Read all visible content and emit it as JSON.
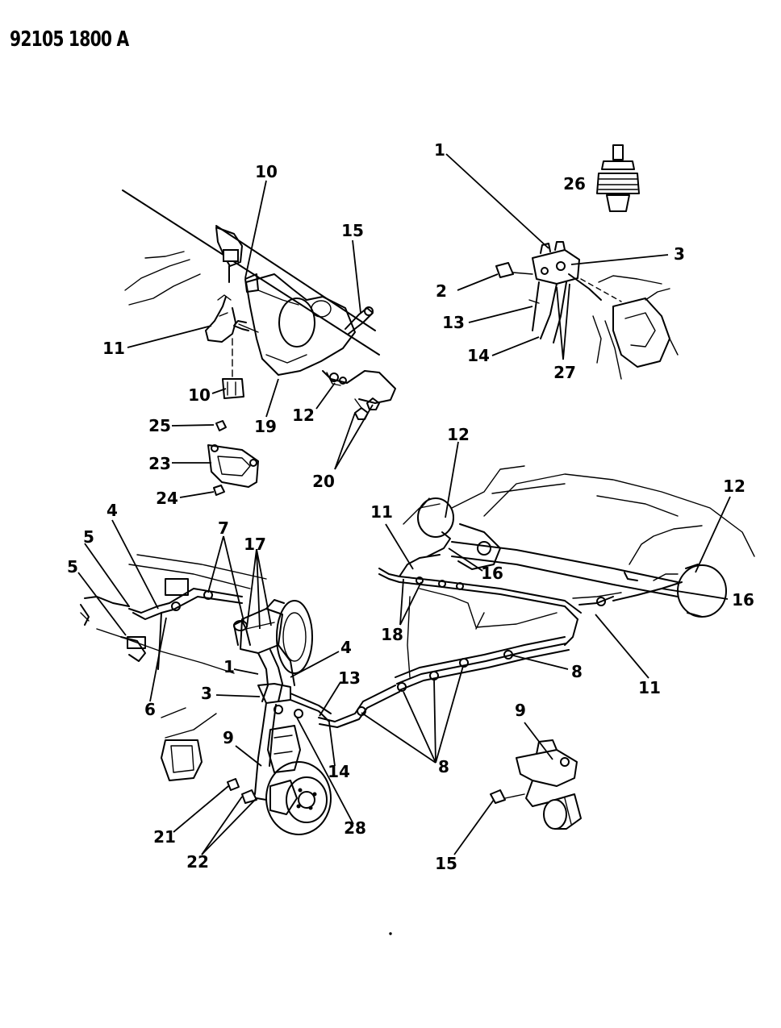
{
  "document": {
    "id": "92105 1800 A"
  },
  "callouts": {
    "c1_upper": "1",
    "c2": "2",
    "c3_upper": "3",
    "c10_top": "10",
    "c10_bottom": "10",
    "c11_upper": "11",
    "c12_upper": "12",
    "c13_upper": "13",
    "c14_upper": "14",
    "c15_upper": "15",
    "c19": "19",
    "c20": "20",
    "c23": "23",
    "c24": "24",
    "c25": "25",
    "c26": "26",
    "c27": "27",
    "c12_mid_left": "12",
    "c12_right": "12",
    "c11_mid": "11",
    "c16_mid": "16",
    "c16_right": "16",
    "c18": "18",
    "c8_right": "8",
    "c11_right": "11",
    "c4_left": "4",
    "c5_a": "5",
    "c5_b": "5",
    "c6": "6",
    "c7": "7",
    "c17": "17",
    "c1_lower": "1",
    "c4_lower": "4",
    "c3_lower": "3",
    "c13_lower": "13",
    "c14_lower": "14",
    "c9_left": "9",
    "c8_lower": "8",
    "c9_right": "9",
    "c15_lower": "15",
    "c21": "21",
    "c22": "22",
    "c28": "28"
  }
}
